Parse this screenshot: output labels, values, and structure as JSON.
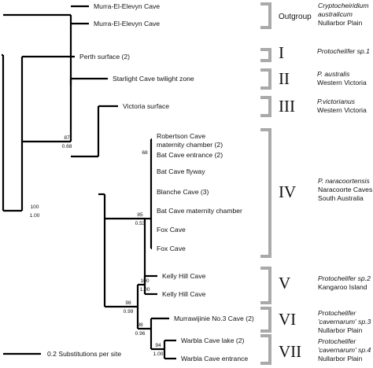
{
  "tips": [
    {
      "label": "Murra-El-Elevyn Cave"
    },
    {
      "label": "Murra-El-Elevyn Cave"
    },
    {
      "label": "Perth surface (2)"
    },
    {
      "label": "Starlight Cave twilight zone"
    },
    {
      "label": "Victoria surface"
    },
    {
      "label": "Robertson Cave",
      "label2": "maternity chamber (2)"
    },
    {
      "label": "Bat Cave entrance (2)"
    },
    {
      "label": "Bat Cave flyway"
    },
    {
      "label": "Blanche Cave (3)"
    },
    {
      "label": "Bat Cave maternity chamber"
    },
    {
      "label": "Fox Cave"
    },
    {
      "label": "Fox Cave"
    },
    {
      "label": "Kelly Hill Cave"
    },
    {
      "label": "Kelly Hill Cave"
    },
    {
      "label": "Murrawijinie No.3 Cave (2)"
    },
    {
      "label": "Warbla Cave lake (2)"
    },
    {
      "label": "Warbla Cave entrance"
    }
  ],
  "supports": [
    {
      "top": "100",
      "bottom": "1.00"
    },
    {
      "top": "87",
      "bottom": "0.68"
    },
    {
      "top": "98",
      "bottom": "0.99"
    },
    {
      "top": "85",
      "bottom": "0.53"
    },
    {
      "top": "68",
      "bottom": ""
    },
    {
      "top": "100",
      "bottom": "1.00"
    },
    {
      "top": "98",
      "bottom": "0.96"
    },
    {
      "top": "94",
      "bottom": "1.00"
    }
  ],
  "clades": [
    {
      "numeral": "Outgroup",
      "lines": [
        {
          "text": "Cryptocheiridium",
          "italic": true
        },
        {
          "text": "australicum",
          "italic": true
        },
        {
          "text": "Nullarbor Plain",
          "italic": false
        }
      ]
    },
    {
      "numeral": "I",
      "lines": [
        {
          "text": "Protochelifer sp.1",
          "italic": true
        }
      ]
    },
    {
      "numeral": "II",
      "lines": [
        {
          "text": "P. australis",
          "italic": true
        },
        {
          "text": "Western Victoria",
          "italic": false
        }
      ]
    },
    {
      "numeral": "III",
      "lines": [
        {
          "text": "P.victorianus",
          "italic": true
        },
        {
          "text": "Western Victoria",
          "italic": false
        }
      ]
    },
    {
      "numeral": "IV",
      "lines": [
        {
          "text": "P. naracoortensis",
          "italic": true
        },
        {
          "text": "Naracoorte Caves",
          "italic": false
        },
        {
          "text": "South Australia",
          "italic": false
        }
      ]
    },
    {
      "numeral": "V",
      "lines": [
        {
          "text": "Protochelifer sp.2",
          "italic": true
        },
        {
          "text": "Kangaroo Island",
          "italic": false
        }
      ]
    },
    {
      "numeral": "VI",
      "lines": [
        {
          "text": "Protochelifer",
          "italic": true
        },
        {
          "text": "'cavernarum' sp.3",
          "italic": true
        },
        {
          "text": "Nullarbor Plain",
          "italic": false
        }
      ]
    },
    {
      "numeral": "VII",
      "lines": [
        {
          "text": "Protochelifer",
          "italic": true
        },
        {
          "text": "'cavernarum' sp.4",
          "italic": true
        },
        {
          "text": "Nullarbor Plain",
          "italic": false
        }
      ]
    }
  ],
  "scale": {
    "label": "0.2 Substitutions per site"
  }
}
